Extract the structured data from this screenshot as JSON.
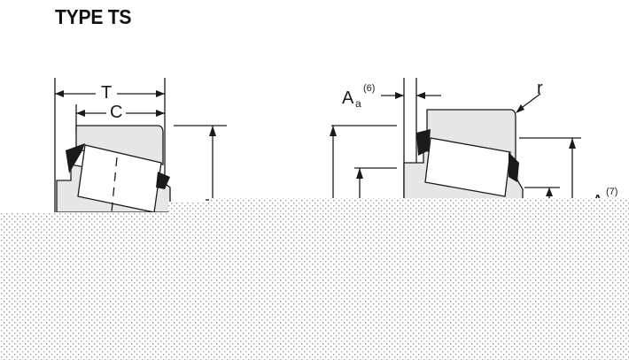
{
  "title": "TYPE TS",
  "labels": {
    "T": "T",
    "C": "C",
    "Aa": "A",
    "Aa_sub": "a",
    "Aa_note": "(6)",
    "r": "r",
    "Ab": "A",
    "Ab_note": "(7)"
  },
  "colors": {
    "ink": "#1a1a1a",
    "part_fill": "#e6e6e6",
    "dot_overlay": "#9a9a9a"
  }
}
